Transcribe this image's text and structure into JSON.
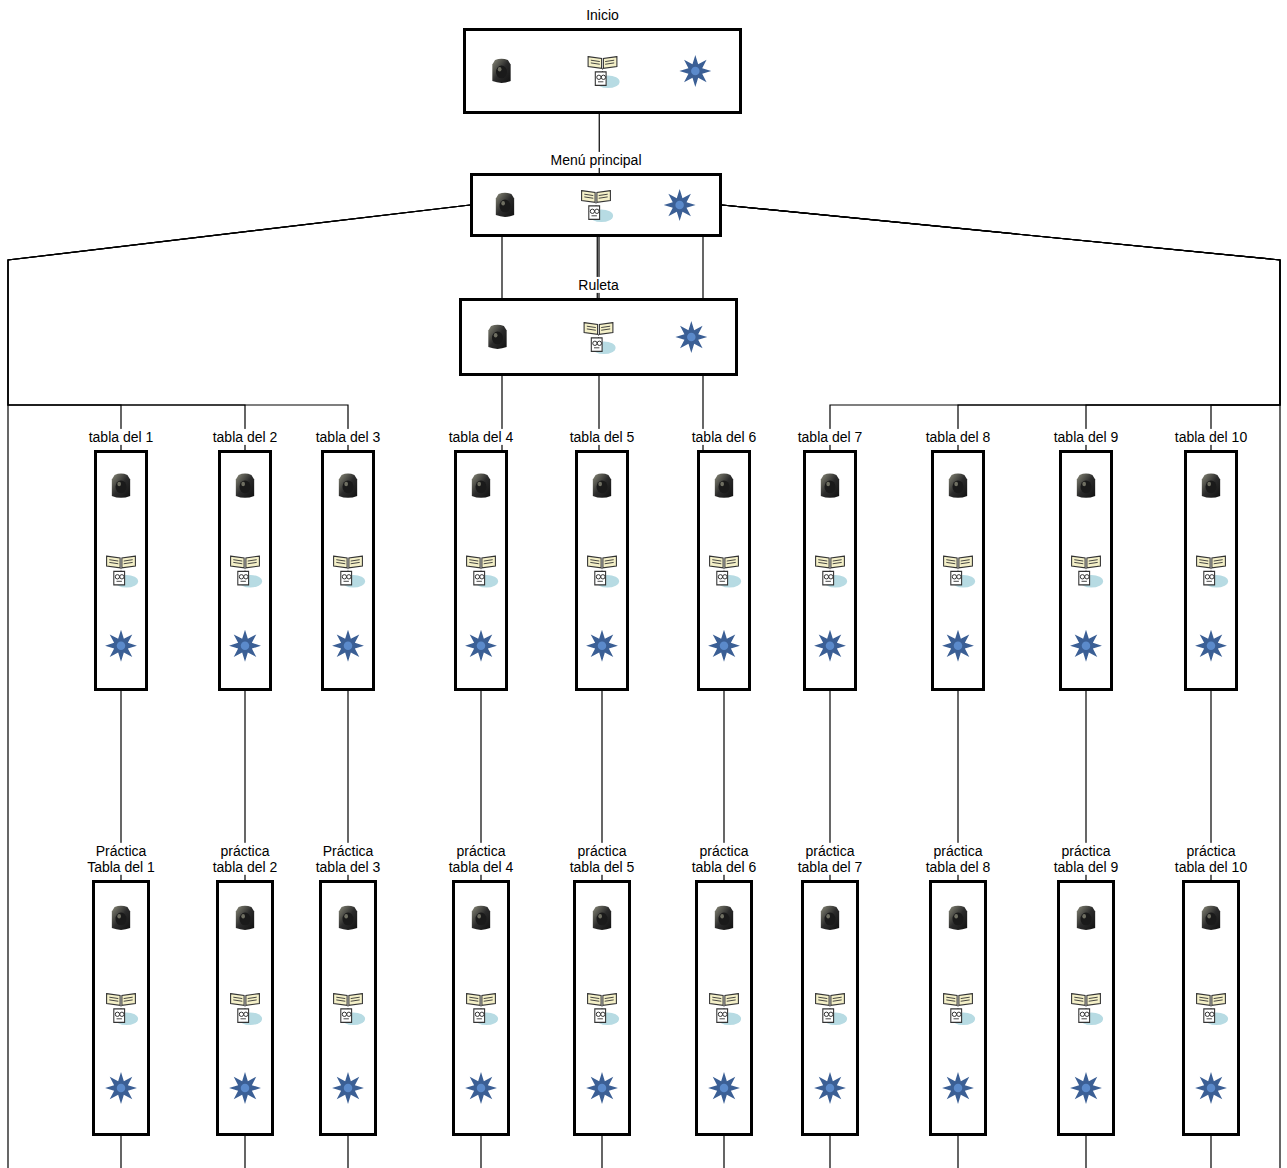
{
  "diagram": {
    "nodes": [
      {
        "text": [
          "Inicio"
        ]
      },
      {
        "text": [
          "Menú principal"
        ]
      },
      {
        "text": [
          "Ruleta"
        ]
      },
      {
        "text": [
          "tabla del 1"
        ]
      },
      {
        "text": [
          "tabla del 2"
        ]
      },
      {
        "text": [
          "tabla del 3"
        ]
      },
      {
        "text": [
          "tabla del 4"
        ]
      },
      {
        "text": [
          "tabla del 5"
        ]
      },
      {
        "text": [
          "tabla del 6"
        ]
      },
      {
        "text": [
          "tabla del 7"
        ]
      },
      {
        "text": [
          "tabla del 8"
        ]
      },
      {
        "text": [
          "tabla del 9"
        ]
      },
      {
        "text": [
          "tabla del 10"
        ]
      },
      {
        "text": [
          "Práctica Tabla del 1"
        ]
      },
      {
        "text": [
          "práctica tabla del 2"
        ]
      },
      {
        "text": [
          "Práctica tabla del 3"
        ]
      },
      {
        "text": [
          "práctica tabla del 4"
        ]
      },
      {
        "text": [
          "práctica tabla del 5"
        ]
      },
      {
        "text": [
          "práctica tabla del 6"
        ]
      },
      {
        "text": [
          "práctica tabla del 7"
        ]
      },
      {
        "text": [
          "práctica tabla del 8"
        ]
      },
      {
        "text": [
          "práctica tabla del 9"
        ]
      },
      {
        "text": [
          "práctica tabla del 10"
        ]
      }
    ],
    "edges": [
      {
        "from": 0,
        "to": 1,
        "arrow": "none"
      },
      {
        "from": 1,
        "to": 2,
        "arrow": "none"
      },
      {
        "from": 1,
        "to": 3,
        "arrow": "none"
      },
      {
        "from": 1,
        "to": 4,
        "arrow": "none"
      },
      {
        "from": 1,
        "to": 5,
        "arrow": "none"
      },
      {
        "from": 1,
        "to": 6,
        "arrow": "none"
      },
      {
        "from": 1,
        "to": 7,
        "arrow": "none"
      },
      {
        "from": 1,
        "to": 8,
        "arrow": "none"
      },
      {
        "from": 1,
        "to": 9,
        "arrow": "none"
      },
      {
        "from": 1,
        "to": 10,
        "arrow": "none"
      },
      {
        "from": 1,
        "to": 11,
        "arrow": "none"
      },
      {
        "from": 1,
        "to": 12,
        "arrow": "none"
      },
      {
        "from": 3,
        "to": 13,
        "arrow": "none"
      },
      {
        "from": 4,
        "to": 14,
        "arrow": "none"
      },
      {
        "from": 5,
        "to": 15,
        "arrow": "none"
      },
      {
        "from": 6,
        "to": 16,
        "arrow": "none"
      },
      {
        "from": 7,
        "to": 17,
        "arrow": "none"
      },
      {
        "from": 8,
        "to": 18,
        "arrow": "none"
      },
      {
        "from": 9,
        "to": 19,
        "arrow": "none"
      },
      {
        "from": 10,
        "to": 20,
        "arrow": "none"
      },
      {
        "from": 11,
        "to": 21,
        "arrow": "none"
      },
      {
        "from": 12,
        "to": 22,
        "arrow": "none"
      }
    ]
  }
}
